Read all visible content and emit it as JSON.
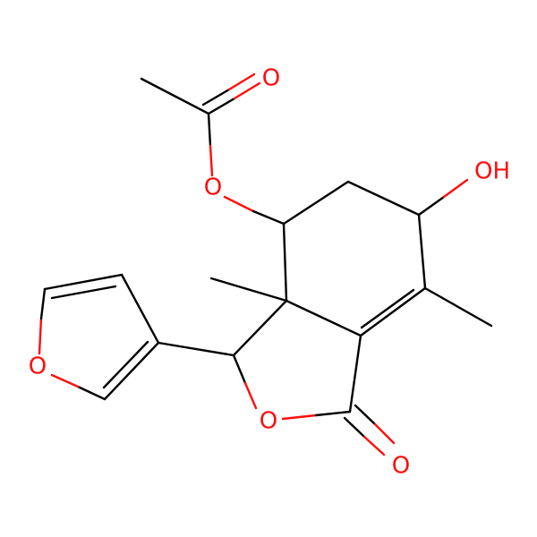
{
  "molecule": {
    "colors": {
      "bond": "#000000",
      "oxygen": "#ff0d0d",
      "background": "#ffffff"
    },
    "atom_labels": {
      "carbonyl_oxygen_top": "O",
      "ester_oxygen": "O",
      "hydroxyl": "OH",
      "furan_oxygen": "O",
      "lactone_ring_oxygen": "O",
      "lactone_carbonyl_oxygen": "O"
    }
  }
}
